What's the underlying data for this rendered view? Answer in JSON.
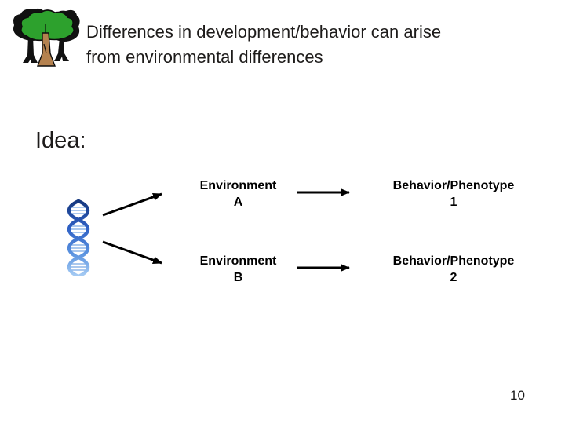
{
  "slide": {
    "title": {
      "line1": "Differences in development/behavior can arise",
      "line2": "from environmental differences"
    },
    "idea_label": "Idea:",
    "page_number": "10",
    "icons": {
      "logo": "trees-logo",
      "dna": "dna-helix-icon"
    },
    "colors": {
      "background": "#ffffff",
      "title_text": "#1d1b1a",
      "diagram_text": "#000000",
      "arrow": "#000000",
      "dna_blue_dark": "#16387f",
      "dna_blue_mid": "#2d5fc4",
      "dna_blue_light": "#a8cdf4",
      "tree_green": "#2da12d",
      "trunk_brown": "#b5824f",
      "tree_silhouette": "#111111"
    }
  },
  "diagram": {
    "rows": [
      {
        "env_line1": "Environment",
        "env_line2": "A",
        "beh_line1": "Behavior/Phenotype",
        "beh_line2": "1"
      },
      {
        "env_line1": "Environment",
        "env_line2": "B",
        "beh_line1": "Behavior/Phenotype",
        "beh_line2": "2"
      }
    ]
  }
}
